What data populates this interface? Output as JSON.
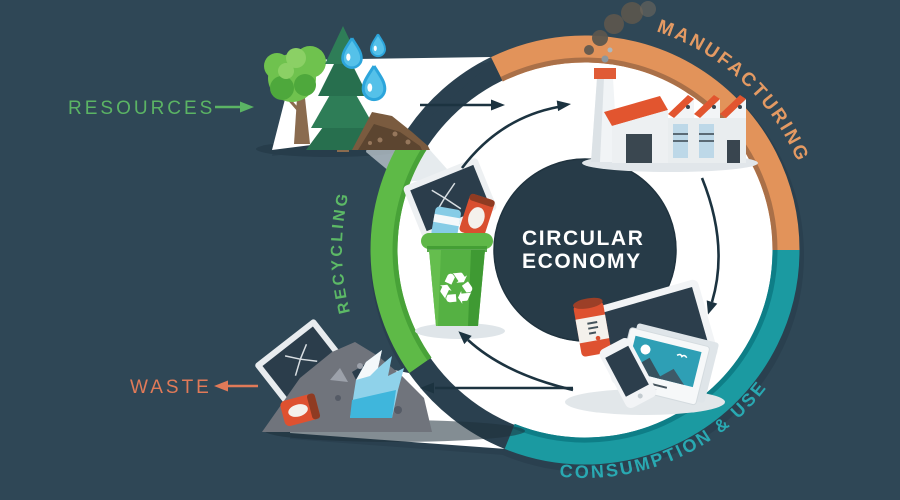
{
  "background_color": "#2F4756",
  "center_circle_color": "#273B48",
  "ring_color": "#FFFFFF",
  "title": {
    "line1": "CIRCULAR",
    "line2": "ECONOMY",
    "color": "#FFFFFF"
  },
  "stages": {
    "manufacturing": {
      "label": "MANUFACTURING",
      "arc_color": "#E2935A",
      "arc_edge_color": "#AA7048",
      "label_color": "#E49A63"
    },
    "consumption": {
      "label": "CONSUMPTION & USE",
      "arc_color": "#1B9AA1",
      "arc_edge_color": "#0E7E87",
      "label_color": "#29A9B2"
    },
    "recycling": {
      "label": "RECYCLING",
      "arc_color": "#5EBA47",
      "arc_edge_color": "#48A238",
      "label_color": "#5CB966"
    }
  },
  "io_labels": {
    "resources": {
      "label": "RESOURCES",
      "color": "#5BB464",
      "arrow_direction": "right"
    },
    "waste": {
      "label": "WASTE",
      "color": "#E17A58",
      "arrow_direction": "left"
    }
  },
  "flow": {
    "arrow_color": "#1C3340",
    "arrow_count": 5
  },
  "icons": {
    "recycle_symbol_glyph": "♻"
  }
}
